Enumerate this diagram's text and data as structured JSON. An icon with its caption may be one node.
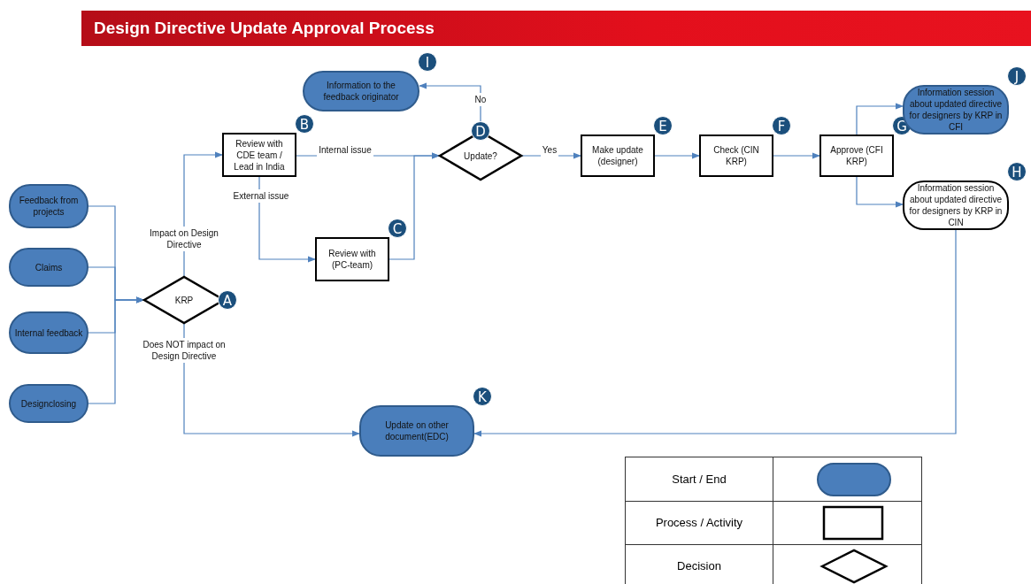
{
  "diagram": {
    "title": "Design Directive Update Approval Process",
    "nodes": [
      {
        "text": [
          "Feedback from projects"
        ]
      },
      {
        "text": [
          "Claims"
        ]
      },
      {
        "text": [
          "Internal feedback"
        ]
      },
      {
        "text": [
          "Designclosing"
        ]
      },
      {
        "text": [
          "KRP"
        ],
        "beside": [
          "A"
        ]
      },
      {
        "text": [
          "Review with CDE team / Lead in India"
        ],
        "beside": [
          "B"
        ]
      },
      {
        "text": [
          "Review with (PC-team)"
        ],
        "beside": [
          "C"
        ]
      },
      {
        "text": [
          "Update?"
        ],
        "beside": [
          "D"
        ]
      },
      {
        "text": [
          "Information to the feedback originator"
        ],
        "beside": [
          "I"
        ]
      },
      {
        "text": [
          "Make update (designer)"
        ],
        "beside": [
          "E"
        ]
      },
      {
        "text": [
          "Check (CIN KRP)"
        ],
        "beside": [
          "F"
        ]
      },
      {
        "text": [
          "Approve (CFI KRP)"
        ],
        "beside": [
          "G"
        ]
      },
      {
        "text": [
          "Information session about updated directive for designers by KRP in CFI"
        ],
        "beside": [
          "J"
        ]
      },
      {
        "text": [
          "Information session about updated directive for designers by KRP in CIN"
        ],
        "beside": [
          "H"
        ]
      },
      {
        "text": [
          "Update on other document(EDC)"
        ],
        "beside": [
          "K"
        ]
      }
    ],
    "edges": [
      {
        "from": 0,
        "to": 4,
        "arrow": "to"
      },
      {
        "from": 1,
        "to": 4,
        "arrow": "to"
      },
      {
        "from": 2,
        "to": 4,
        "arrow": "to"
      },
      {
        "from": 3,
        "to": 4,
        "arrow": "to"
      },
      {
        "from": 4,
        "to": 5,
        "arrow": "to",
        "label": "Impact on Design Directive"
      },
      {
        "from": 4,
        "to": 14,
        "arrow": "to",
        "label": "Does NOT impact on Design Directive"
      },
      {
        "from": 5,
        "to": 7,
        "arrow": "to",
        "label": "Internal issue"
      },
      {
        "from": 5,
        "to": 6,
        "arrow": "to",
        "label": "External issue"
      },
      {
        "from": 6,
        "to": 7,
        "arrow": "to"
      },
      {
        "from": 7,
        "to": 8,
        "arrow": "to",
        "label": "No"
      },
      {
        "from": 7,
        "to": 9,
        "arrow": "to",
        "label": "Yes"
      },
      {
        "from": 9,
        "to": 10,
        "arrow": "to"
      },
      {
        "from": 10,
        "to": 11,
        "arrow": "to"
      },
      {
        "from": 11,
        "to": 12,
        "arrow": "to"
      },
      {
        "from": 11,
        "to": 13,
        "arrow": "to"
      },
      {
        "from": 13,
        "to": 14,
        "arrow": "to"
      }
    ],
    "legend": [
      {
        "text": "Start / End"
      },
      {
        "text": "Process / Activity"
      },
      {
        "text": "Decision"
      }
    ]
  }
}
